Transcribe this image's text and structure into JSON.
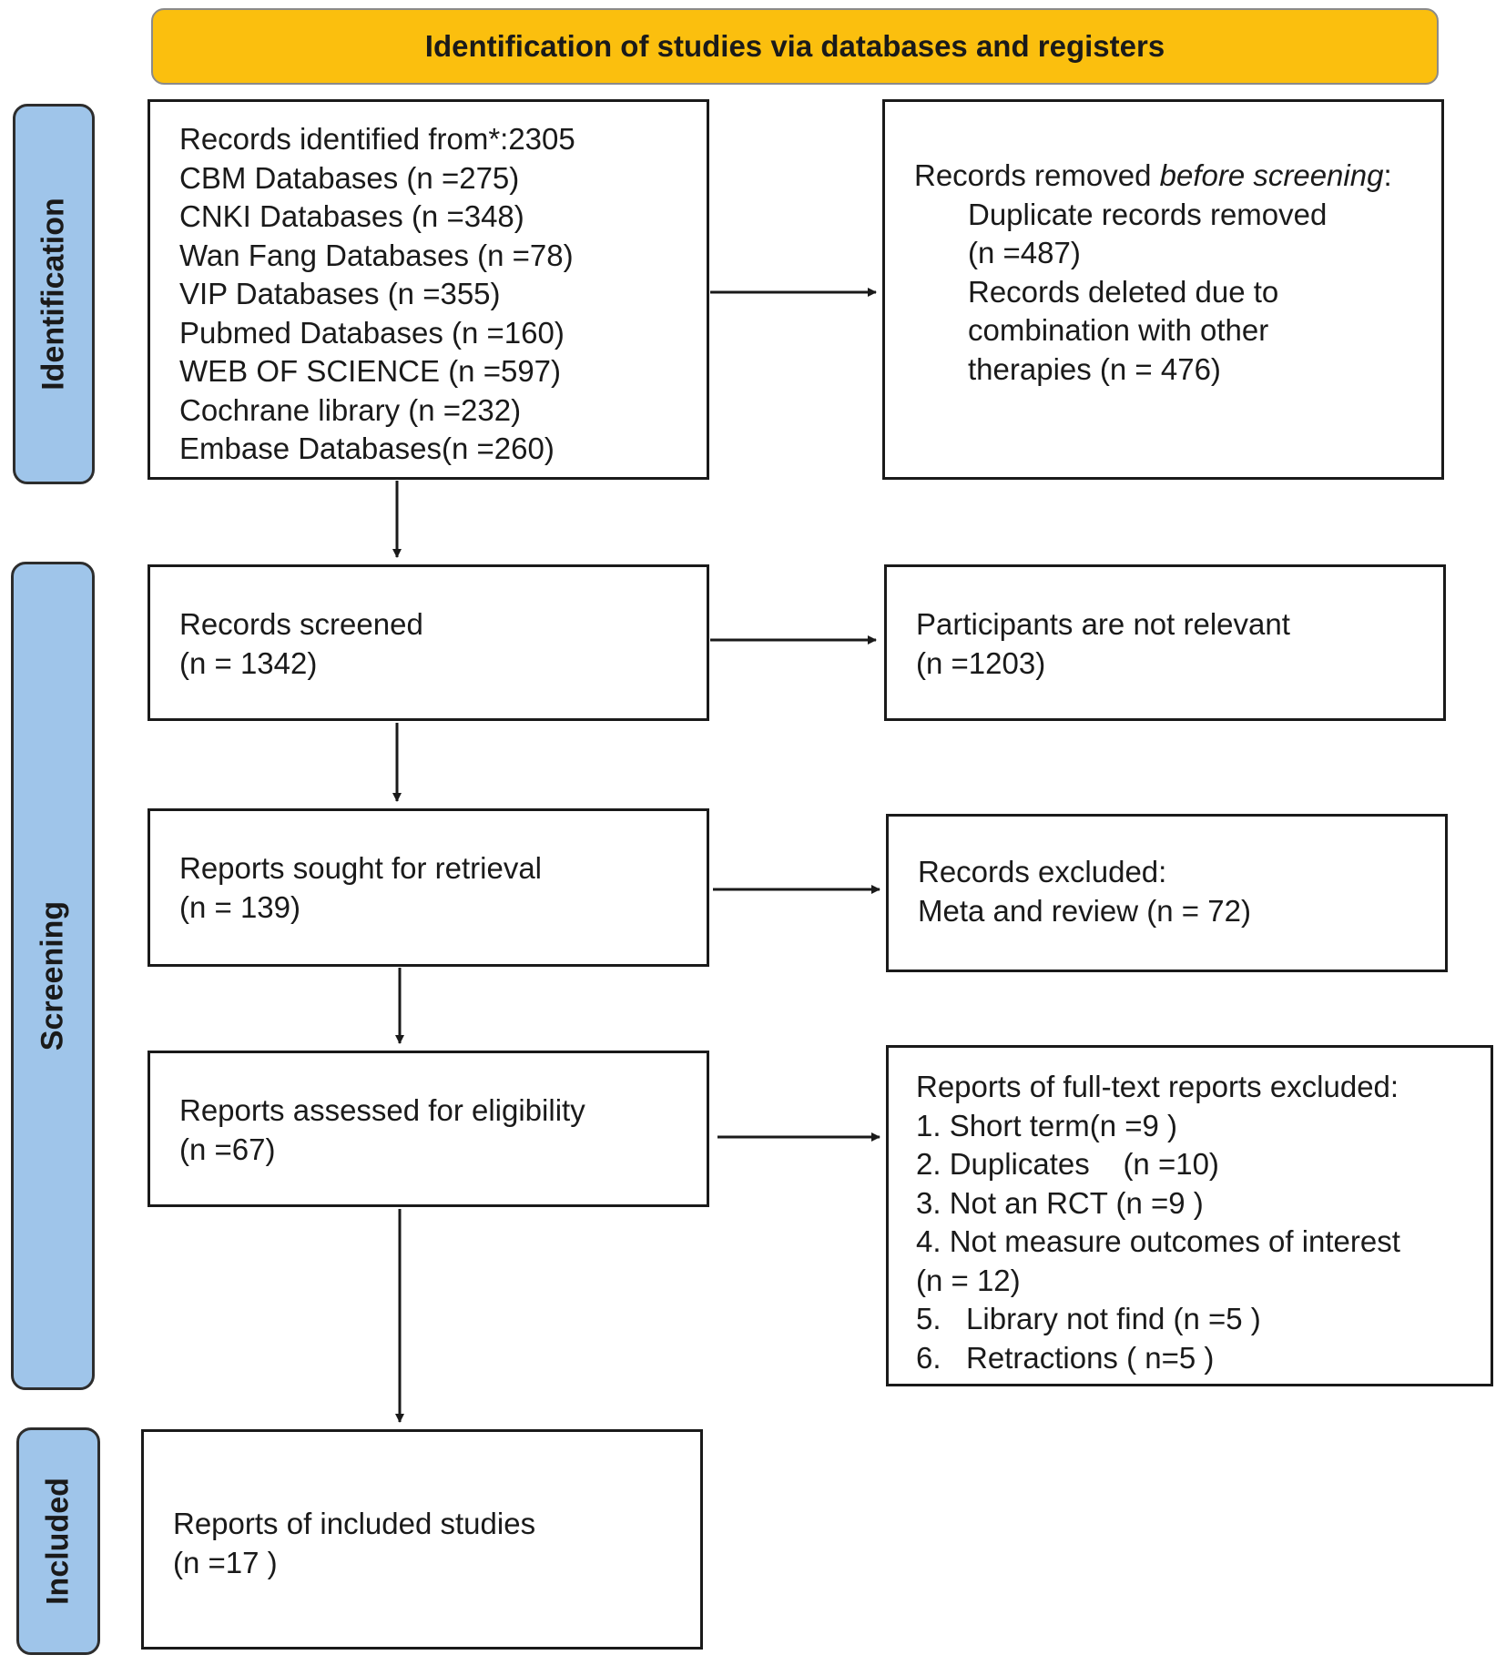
{
  "colors": {
    "header_fill": "#fbbf0e",
    "side_fill": "#9fc5ea",
    "stroke": "#1a1a1a"
  },
  "header": "Identification of studies via databases and registers",
  "phases": {
    "identification": "Identification",
    "screening": "Screening",
    "included": "Included"
  },
  "boxes": {
    "records_identified": {
      "lines": [
        "Records identified from*:2305",
        "CBM Databases (n =275)",
        "CNKI Databases (n =348)",
        "Wan Fang Databases (n =78)",
        "VIP Databases (n =355)",
        "Pubmed Databases (n =160)",
        "WEB OF SCIENCE (n =597)",
        "Cochrane library (n =232)",
        "Embase Databases(n =260)"
      ]
    },
    "records_removed": {
      "title_prefix": "Records removed ",
      "title_em": "before screening",
      "title_suffix": ":",
      "lines": [
        "Duplicate records removed",
        "(n =487)",
        "Records deleted due to",
        "combination with other",
        "therapies (n = 476)"
      ]
    },
    "records_screened": {
      "lines": [
        "Records screened",
        "(n = 1342)"
      ]
    },
    "participants_not_relevant": {
      "lines": [
        "Participants are not relevant",
        "(n =1203)"
      ]
    },
    "reports_sought": {
      "lines": [
        "Reports sought for retrieval",
        "(n = 139)"
      ]
    },
    "records_excluded": {
      "lines": [
        "Records excluded:",
        "Meta and review (n = 72)"
      ]
    },
    "reports_assessed": {
      "lines": [
        "Reports assessed for eligibility",
        "(n =67)"
      ]
    },
    "fulltext_excluded": {
      "lines": [
        "Reports of full-text reports excluded:",
        "1. Short term(n =9 )",
        "2. Duplicates    (n =10)",
        "3. Not an RCT (n =9 )",
        "4. Not measure outcomes of interest",
        "(n = 12)",
        "5.   Library not find (n =5 )",
        "6.   Retractions ( n=5 )"
      ]
    },
    "included_studies": {
      "lines": [
        "Reports of included studies",
        "(n =17 )"
      ]
    }
  }
}
